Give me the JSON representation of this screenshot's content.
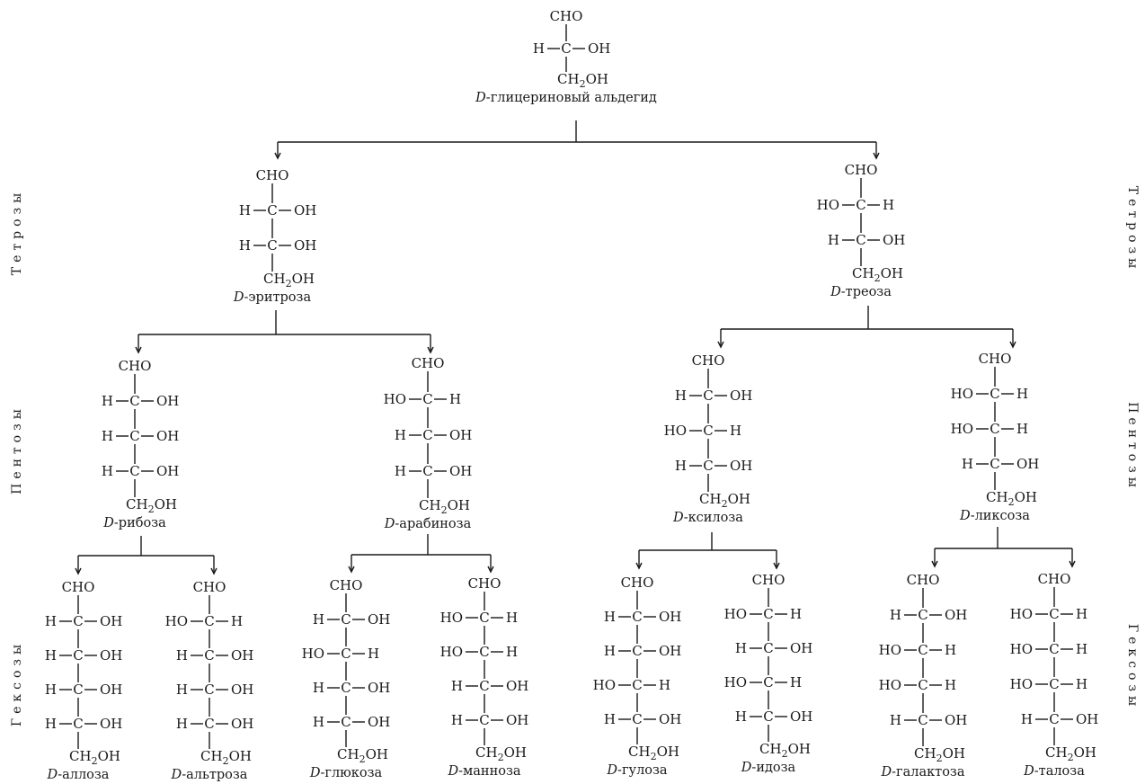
{
  "side_labels": {
    "tetroses": "Тетрозы",
    "pentoses": "Пентозы",
    "hexoses": "Гексозы"
  },
  "sugars": {
    "glyceraldehyde": {
      "top": "CHO",
      "rows": [
        [
          "H",
          "OH"
        ]
      ],
      "name_prefix": "D",
      "name": "-глицериновый альдегид"
    },
    "erythrose": {
      "top": "CHO",
      "rows": [
        [
          "H",
          "OH"
        ],
        [
          "H",
          "OH"
        ]
      ],
      "name_prefix": "D",
      "name": "-эритроза"
    },
    "threose": {
      "top": "CHO",
      "rows": [
        [
          "HO",
          "H"
        ],
        [
          "H",
          "OH"
        ]
      ],
      "name_prefix": "D",
      "name": "-треоза"
    },
    "ribose": {
      "top": "CHO",
      "rows": [
        [
          "H",
          "OH"
        ],
        [
          "H",
          "OH"
        ],
        [
          "H",
          "OH"
        ]
      ],
      "name_prefix": "D",
      "name": "-рибоза"
    },
    "arabinose": {
      "top": "CHO",
      "rows": [
        [
          "HO",
          "H"
        ],
        [
          "H",
          "OH"
        ],
        [
          "H",
          "OH"
        ]
      ],
      "name_prefix": "D",
      "name": "-арабиноза"
    },
    "xylose": {
      "top": "CHO",
      "rows": [
        [
          "H",
          "OH"
        ],
        [
          "HO",
          "H"
        ],
        [
          "H",
          "OH"
        ]
      ],
      "name_prefix": "D",
      "name": "-ксилоза"
    },
    "lyxose": {
      "top": "CHO",
      "rows": [
        [
          "HO",
          "H"
        ],
        [
          "HO",
          "H"
        ],
        [
          "H",
          "OH"
        ]
      ],
      "name_prefix": "D",
      "name": "-ликсоза"
    },
    "allose": {
      "top": "CHO",
      "rows": [
        [
          "H",
          "OH"
        ],
        [
          "H",
          "OH"
        ],
        [
          "H",
          "OH"
        ],
        [
          "H",
          "OH"
        ]
      ],
      "name_prefix": "D",
      "name": "-аллоза"
    },
    "altrose": {
      "top": "CHO",
      "rows": [
        [
          "HO",
          "H"
        ],
        [
          "H",
          "OH"
        ],
        [
          "H",
          "OH"
        ],
        [
          "H",
          "OH"
        ]
      ],
      "name_prefix": "D",
      "name": "-альтроза"
    },
    "glucose": {
      "top": "CHO",
      "rows": [
        [
          "H",
          "OH"
        ],
        [
          "HO",
          "H"
        ],
        [
          "H",
          "OH"
        ],
        [
          "H",
          "OH"
        ]
      ],
      "name_prefix": "D",
      "name": "-глюкоза"
    },
    "mannose": {
      "top": "CHO",
      "rows": [
        [
          "HO",
          "H"
        ],
        [
          "HO",
          "H"
        ],
        [
          "H",
          "OH"
        ],
        [
          "H",
          "OH"
        ]
      ],
      "name_prefix": "D",
      "name": "-манноза"
    },
    "gulose": {
      "top": "CHO",
      "rows": [
        [
          "H",
          "OH"
        ],
        [
          "H",
          "OH"
        ],
        [
          "HO",
          "H"
        ],
        [
          "H",
          "OH"
        ]
      ],
      "name_prefix": "D",
      "name": "-гулоза"
    },
    "idose": {
      "top": "CHO",
      "rows": [
        [
          "HO",
          "H"
        ],
        [
          "H",
          "OH"
        ],
        [
          "HO",
          "H"
        ],
        [
          "H",
          "OH"
        ]
      ],
      "name_prefix": "D",
      "name": "-идоза"
    },
    "galactose": {
      "top": "CHO",
      "rows": [
        [
          "H",
          "OH"
        ],
        [
          "HO",
          "H"
        ],
        [
          "HO",
          "H"
        ],
        [
          "H",
          "OH"
        ]
      ],
      "name_prefix": "D",
      "name": "-галактоза"
    },
    "talose": {
      "top": "CHO",
      "rows": [
        [
          "HO",
          "H"
        ],
        [
          "HO",
          "H"
        ],
        [
          "HO",
          "H"
        ],
        [
          "H",
          "OH"
        ]
      ],
      "name_prefix": "D",
      "name": "-талоза"
    }
  },
  "labels": {
    "carbon": "C",
    "bottom_group": "CH2OH",
    "bottom_group_parts": [
      "CH",
      "2",
      "OH"
    ]
  }
}
